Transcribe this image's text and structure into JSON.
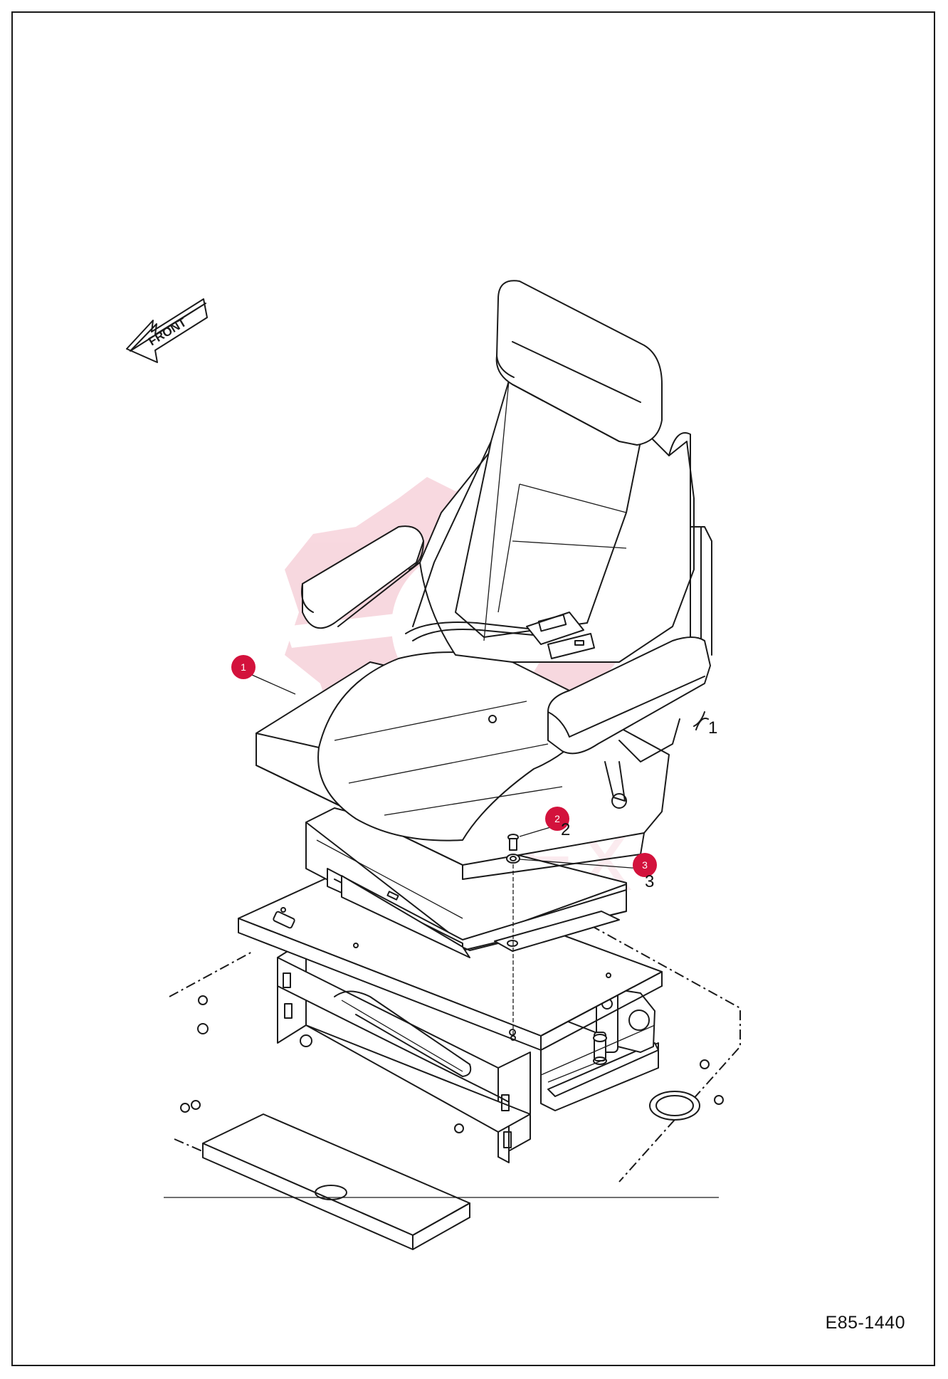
{
  "drawing": {
    "code": "E85-1440",
    "front_label": "FRONT",
    "watermark": "МИТЕХ",
    "accent_color": "#d3123c"
  },
  "callouts": [
    {
      "badge": "1",
      "label": "1"
    },
    {
      "badge": "2",
      "label": "2"
    },
    {
      "badge": "3",
      "label": "3"
    }
  ]
}
